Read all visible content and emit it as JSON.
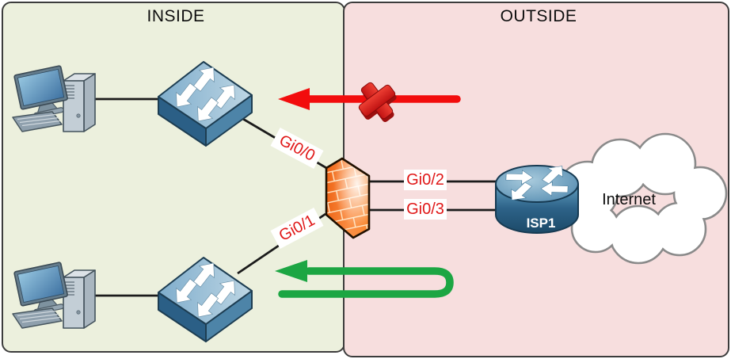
{
  "diagram": {
    "zones": {
      "inside": {
        "label": "INSIDE",
        "bg": "#ecf0dd"
      },
      "outside": {
        "label": "OUTSIDE",
        "bg": "#f7dede"
      }
    },
    "interfaces": {
      "gi00": "Gi0/0",
      "gi01": "Gi0/1",
      "gi02": "Gi0/2",
      "gi03": "Gi0/3"
    },
    "router_label": "ISP1",
    "cloud_label": "Internet",
    "icons": [
      "pc-icon",
      "switch-icon",
      "firewall-icon",
      "router-icon",
      "cloud-icon",
      "blocked-x-icon",
      "blocked-arrow-icon",
      "allowed-route-arrow-icon"
    ],
    "colors": {
      "interface_label_text": "#e01717",
      "blocked_arrow": "#f20d0d",
      "allowed_arrow": "#1ca643",
      "link_line": "#1b1b1b",
      "firewall_orange": "#f07820",
      "device_blue": "#4d84a8"
    }
  }
}
